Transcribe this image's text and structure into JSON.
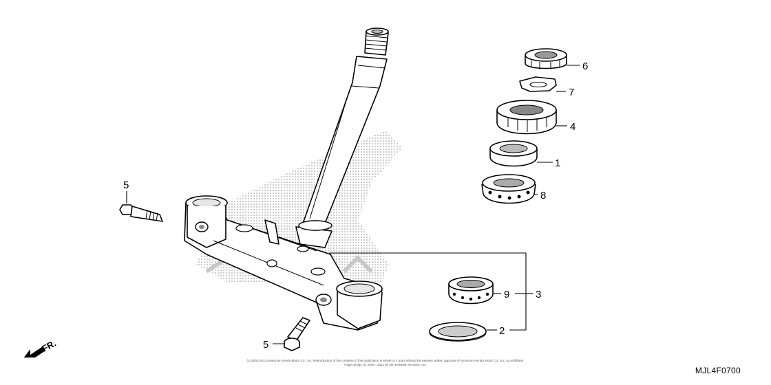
{
  "diagram": {
    "code": "MJL4F0700",
    "direction_label": "FR.",
    "callouts": {
      "c1": "1",
      "c2": "2",
      "c3": "3",
      "c4": "4",
      "c5_top": "5",
      "c5_bottom": "5",
      "c6": "6",
      "c7": "7",
      "c8": "8",
      "c9": "9"
    },
    "copyright_line1": "(c) 2003-2013 American Honda Motor Co., Inc. Reproduction of the contents of this publication in whole or in part without the express written approval of American Honda Motor Co., Inc. is prohibited.",
    "copyright_line2": "Page design (c) 2004 - 2011 by ARI Network Services, Inc."
  }
}
